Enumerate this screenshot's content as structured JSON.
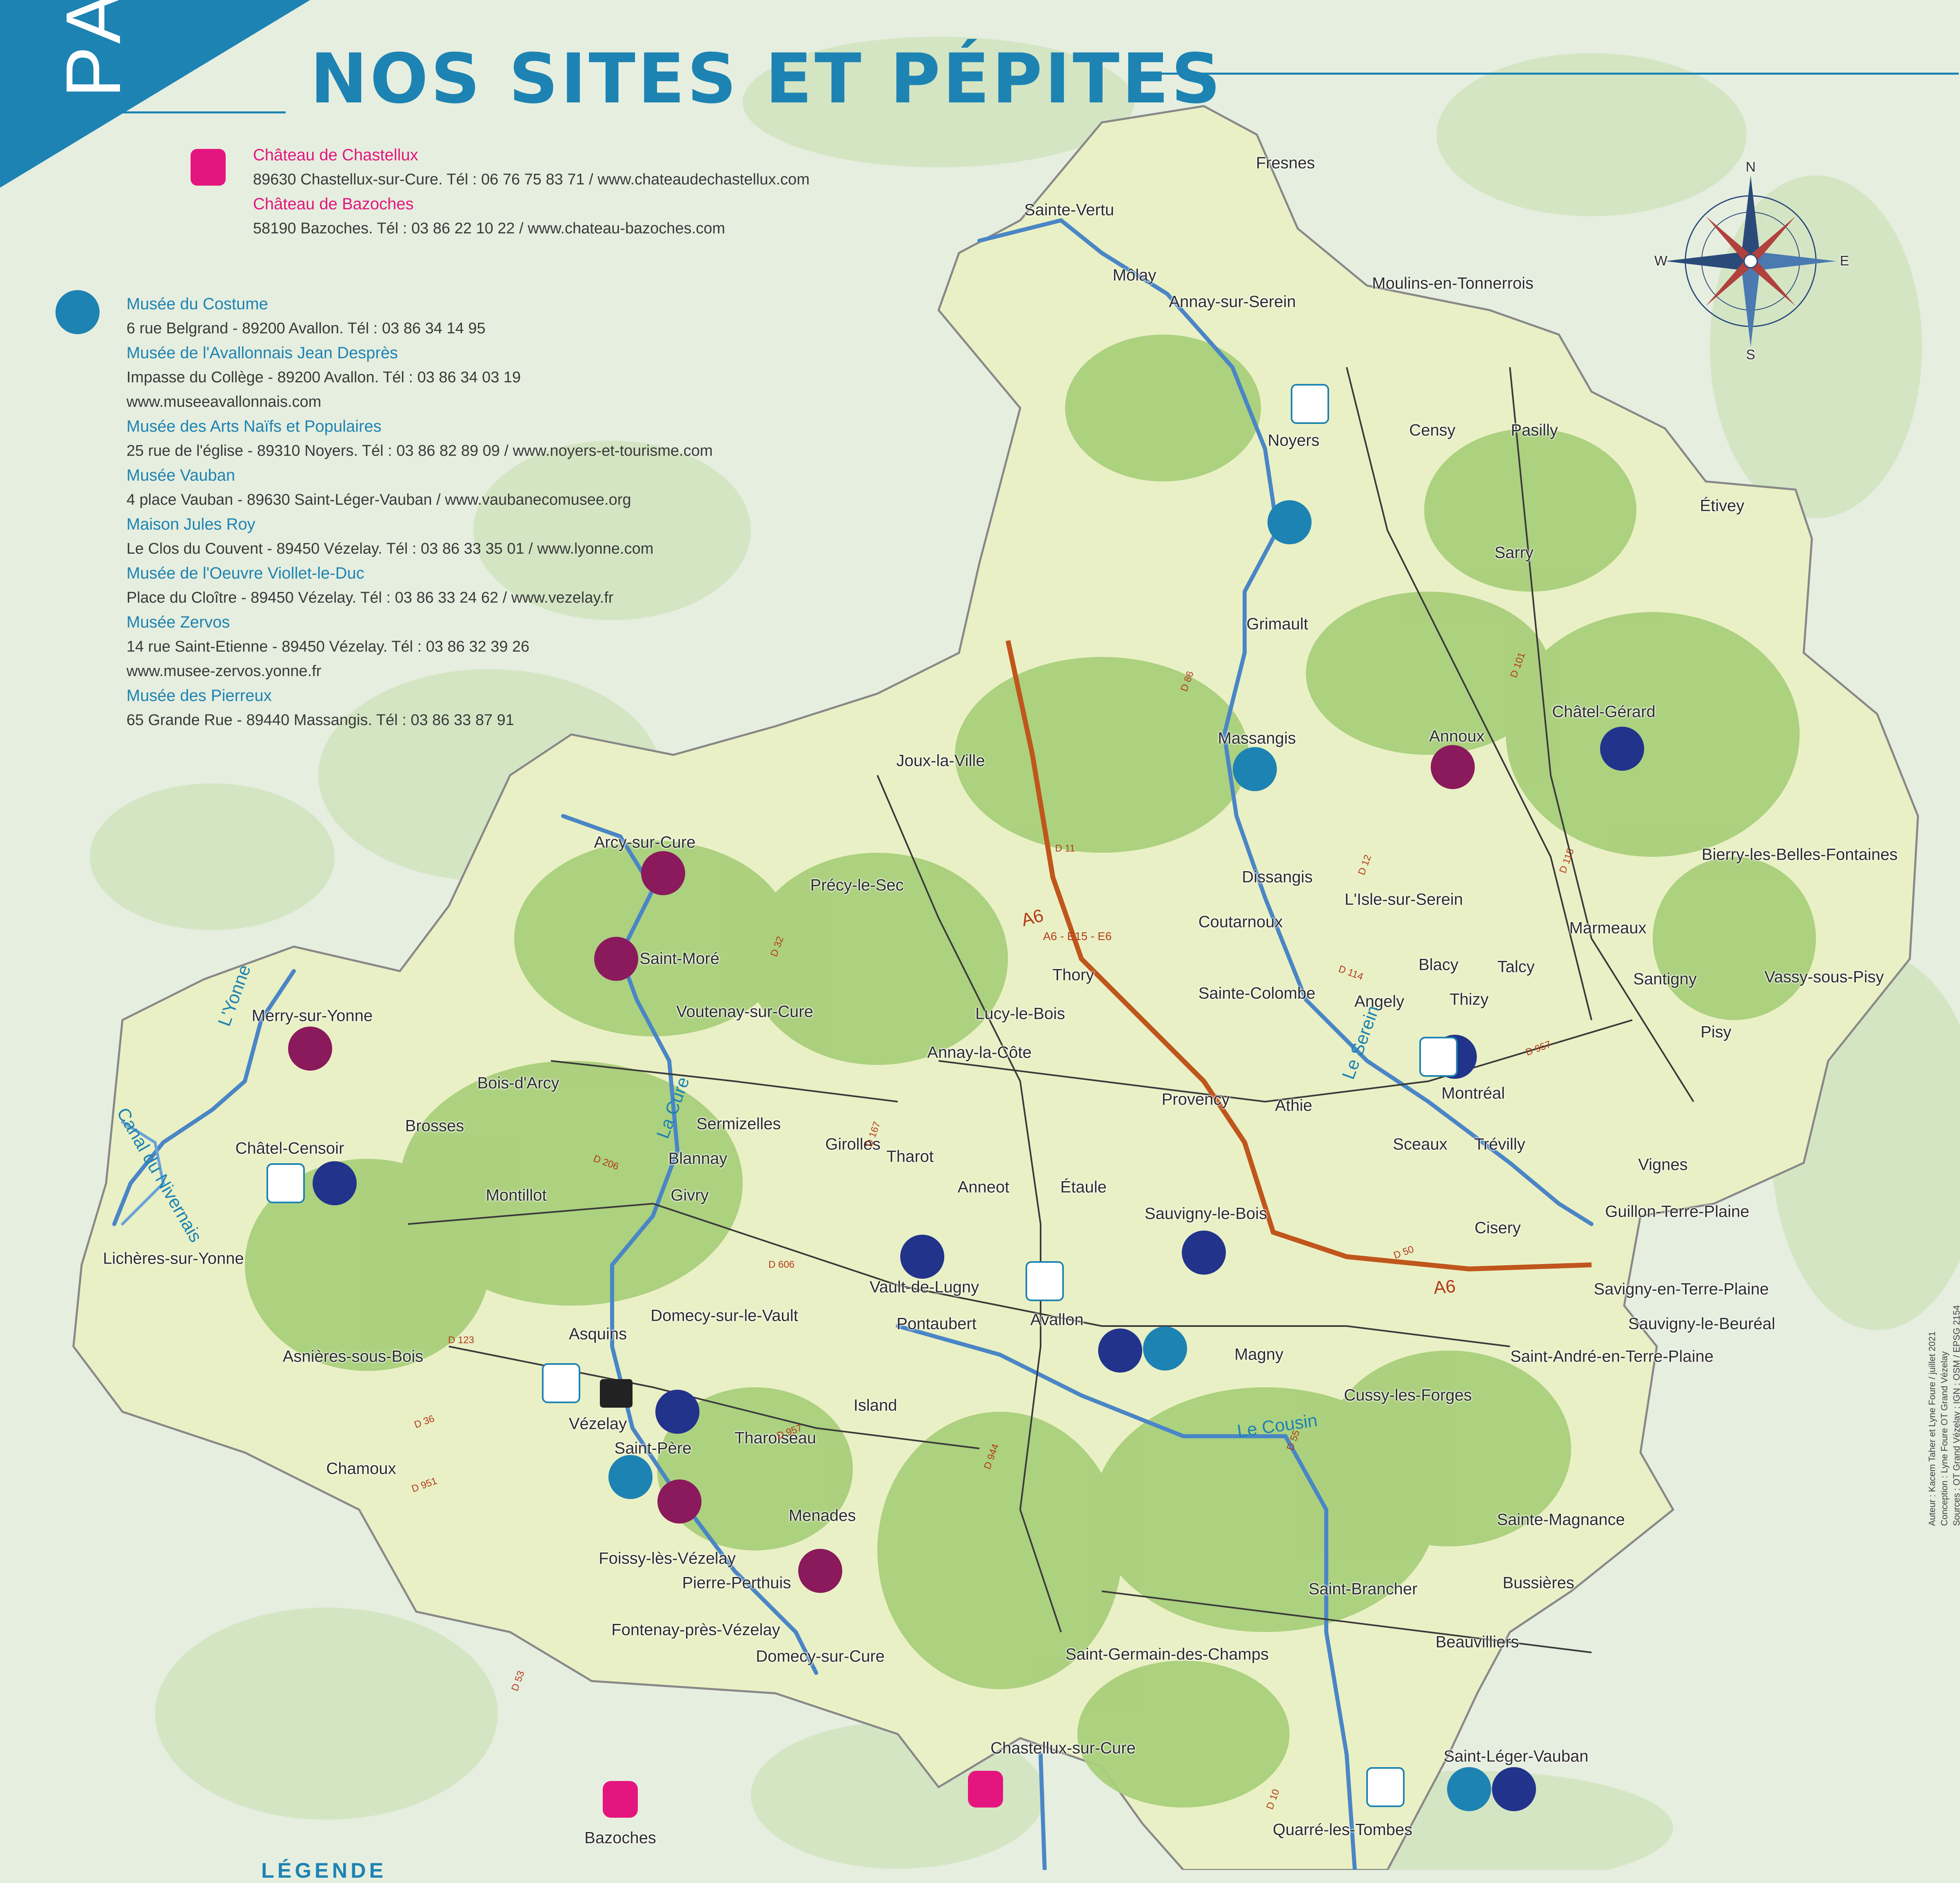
{
  "title": "NOS SITES ET PÉPITES",
  "side_tab": {
    "label": "PA"
  },
  "castles": [
    {
      "name": "Château de Chastellux",
      "line": "89630 Chastellux-sur-Cure. Tél : 06 76 75 83 71 / www.chateaudechastellux.com"
    },
    {
      "name": "Château de Bazoches",
      "line": "58190 Bazoches. Tél : 03 86 22 10 22 / www.chateau-bazoches.com"
    }
  ],
  "museums": [
    {
      "name": "Musée du Costume",
      "lines": [
        "6 rue Belgrand - 89200 Avallon. Tél : 03 86 34 14 95"
      ]
    },
    {
      "name": "Musée de l'Avallonnais Jean Desprès",
      "lines": [
        "Impasse du Collège - 89200 Avallon. Tél : 03 86 34 03 19",
        "www.museeavallonnais.com"
      ]
    },
    {
      "name": "Musée des Arts Naïfs et Populaires",
      "lines": [
        "25 rue de l'église - 89310 Noyers. Tél : 03 86 82 89 09 / www.noyers-et-tourisme.com"
      ]
    },
    {
      "name": "Musée Vauban",
      "lines": [
        "4 place Vauban - 89630 Saint-Léger-Vauban / www.vaubanecomusee.org"
      ]
    },
    {
      "name": "Maison Jules Roy",
      "lines": [
        "Le Clos du Couvent - 89450 Vézelay. Tél : 03 86 33 35 01 / www.lyonne.com"
      ]
    },
    {
      "name": "Musée de l'Oeuvre Viollet-le-Duc",
      "lines": [
        "Place du Cloître - 89450 Vézelay. Tél : 03 86 33 24 62 / www.vezelay.fr"
      ]
    },
    {
      "name": "Musée Zervos",
      "lines": [
        "14 rue Saint-Etienne - 89450 Vézelay. Tél : 03 86 32 39 26",
        "www.musee-zervos.yonne.fr"
      ]
    },
    {
      "name": "Musée des Pierreux",
      "lines": [
        "65 Grande Rue - 89440 Massangis. Tél : 03 86 33 87 91"
      ]
    }
  ],
  "places": [
    "Fresnes",
    "Sainte-Vertu",
    "Môlay",
    "Annay-sur-Serein",
    "Moulins-en-Tonnerrois",
    "Noyers",
    "Censy",
    "Pasilly",
    "Étivey",
    "Sarry",
    "Grimault",
    "D 101",
    "Châtel-Gérard",
    "Annoux",
    "Massangis",
    "Joux-la-Ville",
    "Arcy-sur-Cure",
    "Précy-le-Sec",
    "Dissangis",
    "L'Isle-sur-Serein",
    "Bierry-les-Belles-Fontaines",
    "Coutarnoux",
    "Marmeaux",
    "Saint-Moré",
    "Thory",
    "Blacy",
    "Talcy",
    "Santigny",
    "Vassy-sous-Pisy",
    "Sainte-Colombe",
    "Angely",
    "Thizy",
    "Voutenay-sur-Cure",
    "Lucy-le-Bois",
    "Merry-sur-Yonne",
    "Pisy",
    "Annay-la-Côte",
    "Montréal",
    "Bois-d'Arcy",
    "Provency",
    "Athie",
    "Brosses",
    "Sermizelles",
    "Girolles",
    "Tharot",
    "Châtel-Censoir",
    "Sceaux",
    "Trévilly",
    "Blannay",
    "Vignes",
    "Anneot",
    "Étaule",
    "Montillot",
    "Givry",
    "Sauvigny-le-Bois",
    "Guillon-Terre-Plaine",
    "Cisery",
    "Lichères-sur-Yonne",
    "Vault-de-Lugny",
    "Savigny-en-Terre-Plaine",
    "Domecy-sur-le-Vault",
    "Pontaubert",
    "Avallon",
    "Sauvigny-le-Beuréal",
    "Asquins",
    "Magny",
    "Saint-André-en-Terre-Plaine",
    "Asnières-sous-Bois",
    "Cussy-les-Forges",
    "Island",
    "Vézelay",
    "Tharoiseau",
    "Saint-Père",
    "Chamoux",
    "Menades",
    "Sainte-Magnance",
    "Foissy-lès-Vézelay",
    "Pierre-Perthuis",
    "Saint-Brancher",
    "Bussières",
    "Fontenay-près-Vézelay",
    "Beauvilliers",
    "Domecy-sur-Cure",
    "Saint-Germain-des-Champs",
    "Chastellux-sur-Cure",
    "Saint-Léger-Vauban",
    "Bazoches",
    "Quarré-les-Tombes"
  ],
  "roads": [
    "D 86",
    "D 11",
    "A6",
    "A6 - E15 - E6",
    "D 32",
    "D 12",
    "D 115",
    "D 114",
    "D 957",
    "D 606",
    "D 167",
    "D 206",
    "D 50",
    "D 123",
    "D 36",
    "D 951",
    "D 944",
    "D 53",
    "D 10",
    "D 957",
    "D 55",
    "A6"
  ],
  "rivers": [
    "Le Serein",
    "La Cure",
    "L'Yonne",
    "Canal du Nivernais",
    "Le Cousin"
  ],
  "compass": {
    "n": "N",
    "s": "S",
    "e": "E",
    "w": "W"
  },
  "credits": [
    "Auteur : Kacem Taher et Lyne Foure / juillet 2021",
    "Conception : Lyne Foure OT Grand Vézelay",
    "Sources : OT Grand Vézelay ; IGN ; OSM / EPSG 2154"
  ],
  "legend_heading": "LÉGENDE",
  "colors": {
    "primary_blue": "#1d83b3",
    "pink": "#e4157e",
    "purple": "#8a1a5c",
    "navy": "#22338c",
    "land": "#eaf0c5",
    "forest": "#a9cf7b",
    "highway": "#c0561c",
    "background": "#e6eedf"
  },
  "icons": {
    "castle": "castle-icon",
    "museum": "museum-icon",
    "church": "church-icon",
    "cave": "cave-icon",
    "tourism": "tourist-office-icon",
    "unesco": "unesco-icon"
  }
}
